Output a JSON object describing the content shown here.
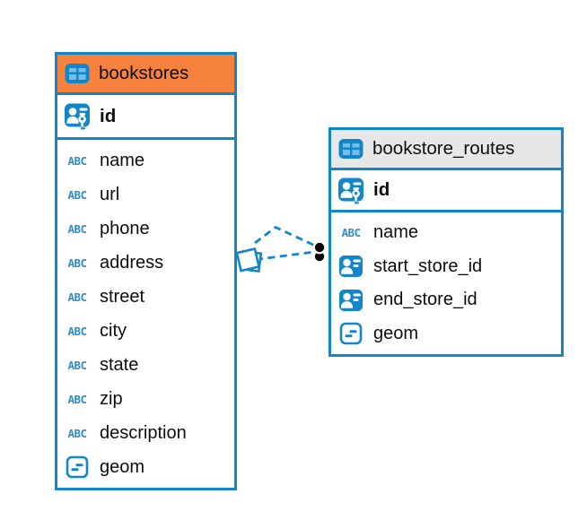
{
  "colors": {
    "accent_blue": "#1386c9",
    "icon_blue": "#2e8ecd",
    "header_orange": "#f6823e",
    "header_gray": "#e7e7e7",
    "text_black": "#0d0d0d",
    "icon_cell_blue": "#74bce9",
    "link_dot_black": "#0a0a0a"
  },
  "icon_labels": {
    "text_type": "ABC"
  },
  "tables": [
    {
      "name": "bookstores",
      "header_variant": "orange",
      "primary_key": {
        "name": "id",
        "type": "primary-key"
      },
      "columns": [
        {
          "name": "name",
          "type": "text"
        },
        {
          "name": "url",
          "type": "text"
        },
        {
          "name": "phone",
          "type": "text"
        },
        {
          "name": "address",
          "type": "text"
        },
        {
          "name": "street",
          "type": "text"
        },
        {
          "name": "city",
          "type": "text"
        },
        {
          "name": "state",
          "type": "text"
        },
        {
          "name": "zip",
          "type": "text"
        },
        {
          "name": "description",
          "type": "text"
        },
        {
          "name": "geom",
          "type": "object"
        }
      ]
    },
    {
      "name": "bookstore_routes",
      "header_variant": "gray",
      "primary_key": {
        "name": "id",
        "type": "primary-key"
      },
      "columns": [
        {
          "name": "name",
          "type": "text"
        },
        {
          "name": "start_store_id",
          "type": "reference"
        },
        {
          "name": "end_store_id",
          "type": "reference"
        },
        {
          "name": "geom",
          "type": "object"
        }
      ]
    }
  ],
  "relationships": [
    {
      "source_table": "bookstores",
      "target_table": "bookstore_routes",
      "line_style": "dashed",
      "source_marker": "diamond-card",
      "target_marker": "dot"
    },
    {
      "source_table": "bookstores",
      "target_table": "bookstore_routes",
      "line_style": "dashed",
      "source_marker": "diamond-card",
      "target_marker": "dot"
    }
  ]
}
